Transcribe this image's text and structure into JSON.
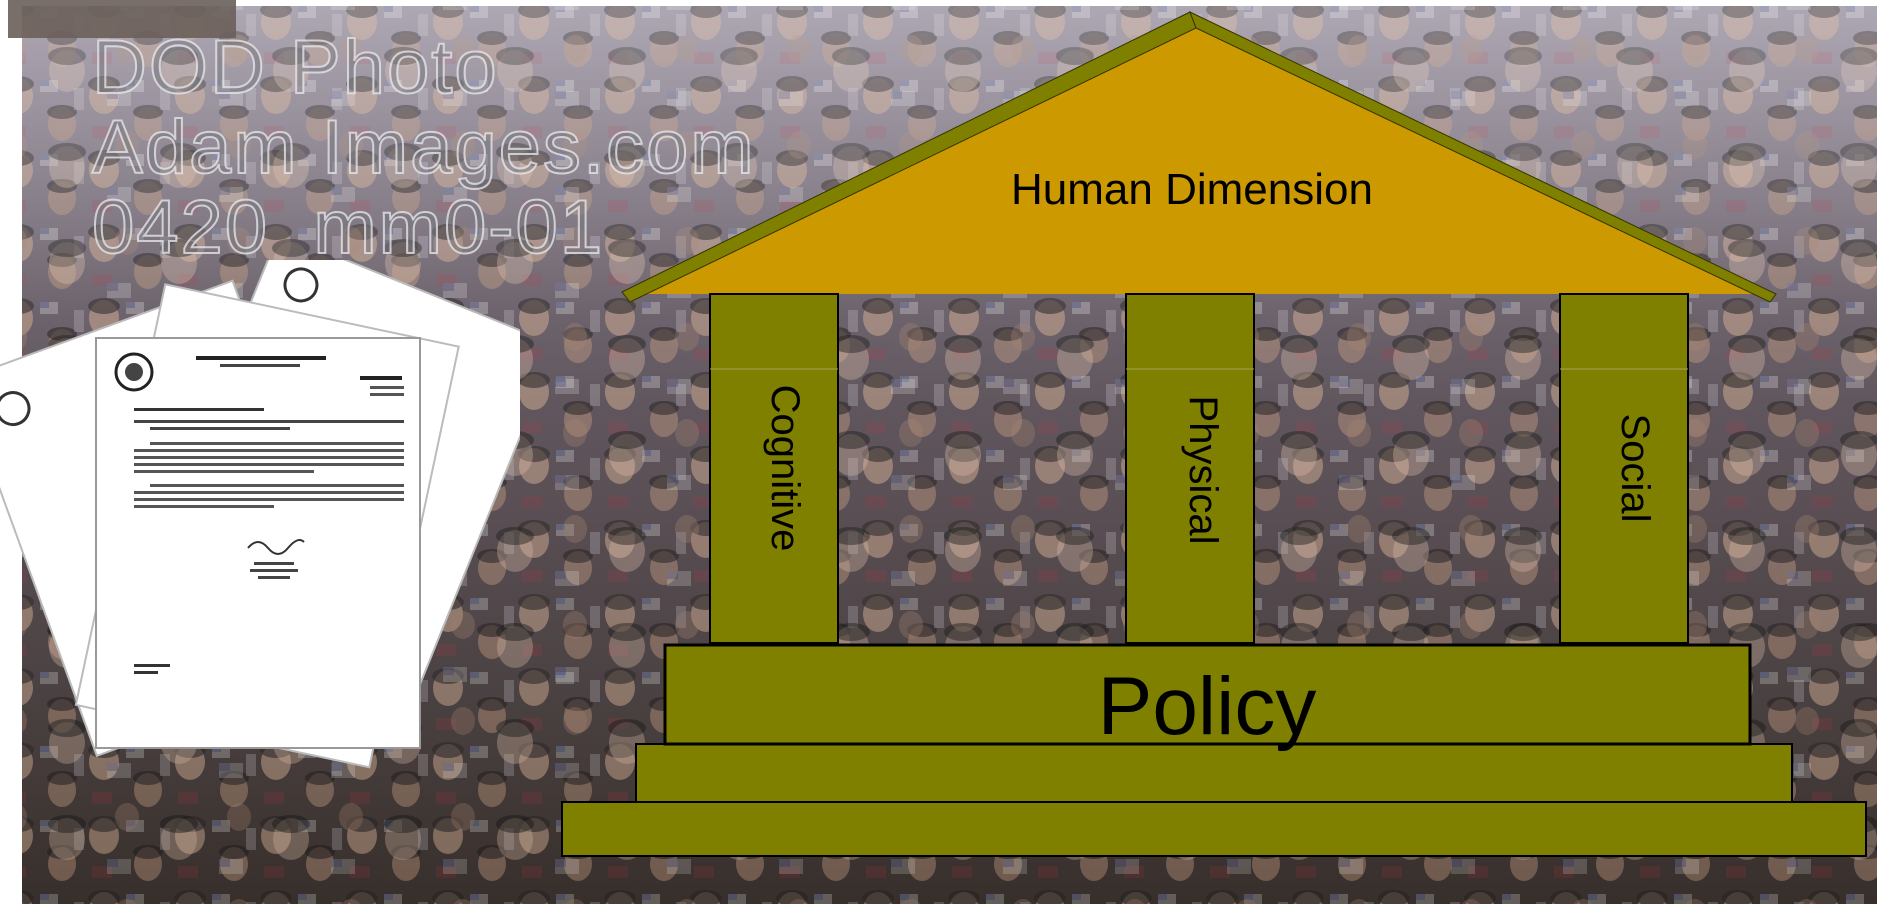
{
  "watermark": {
    "line1": "DOD Photo",
    "line2": "Adam Images.com",
    "line3": "0420_mm0-01"
  },
  "house": {
    "roof_label": "Human Dimension",
    "pillars": [
      "Cognitive",
      "Physical",
      "Social"
    ],
    "base_label": "Policy"
  },
  "colors": {
    "roof": "#cc9900",
    "olive": "#808000",
    "outline": "#000000"
  }
}
